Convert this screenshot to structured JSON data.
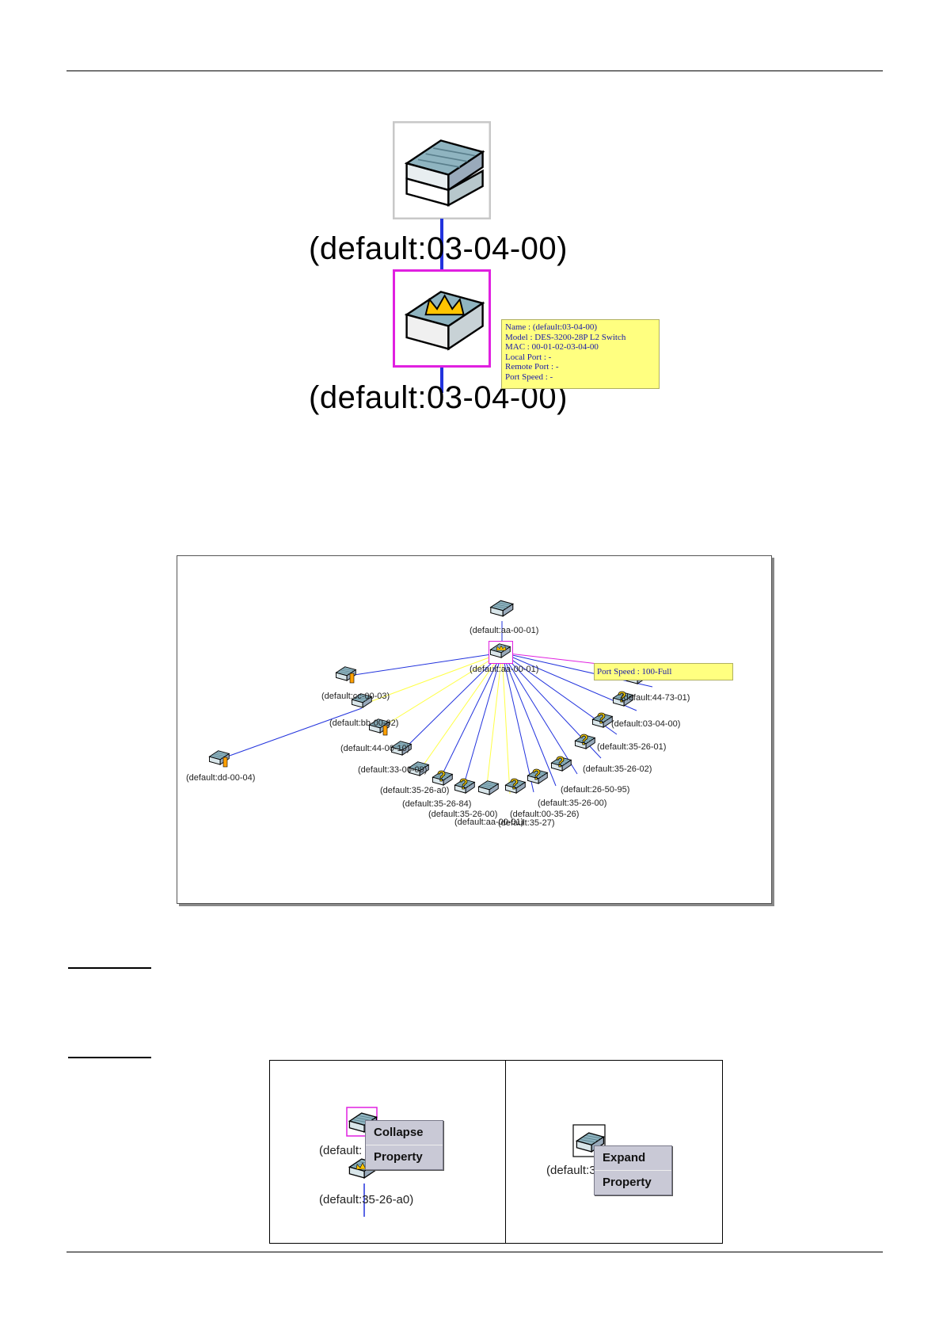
{
  "figure1": {
    "top_label": "(default:03-04-00)",
    "bottom_label": "(default:03-04-00)",
    "tooltip": [
      "Name   : (default:03-04-00)",
      "Model  : DES-3200-28P L2 Switch",
      "MAC    : 00-01-02-03-04-00",
      "Local Port : -",
      "Remote Port : -",
      "Port Speed : -"
    ]
  },
  "figure2": {
    "tooltip": "Port Speed : 100-Full",
    "labels": [
      "(default:aa-00-01)",
      "(default:aa-00-01)",
      "(default:cc-00-03)",
      "(default:bb-00-02)",
      "(default:44-00-10)",
      "(default:33-00-09)",
      "(default:35-26-a0)",
      "(default:35-26-84)",
      "(default:35-26-00)",
      "(default:aa-00-01)",
      "(default:00-35-26)",
      "(default:35-26-00)",
      "(default:35-27)",
      "(default:44-73-01)",
      "(default:03-04-00)",
      "(default:35-26-01)",
      "(default:35-26-02)",
      "(default:26-50-95)",
      "(default:dd-00-04)"
    ]
  },
  "figure3": {
    "left": {
      "label_top": "(default:",
      "label_bottom": "(default:35-26-a0)",
      "menu": [
        "Collapse",
        "Property"
      ]
    },
    "right": {
      "label": "(default:3",
      "menu": [
        "Expand",
        "Property"
      ]
    }
  },
  "colors": {
    "selection": "#e020e0",
    "link_blue": "#2233dd",
    "link_yellow": "#ffff44",
    "tooltip_bg": "#ffff80",
    "tooltip_text": "#1a1aa8"
  }
}
